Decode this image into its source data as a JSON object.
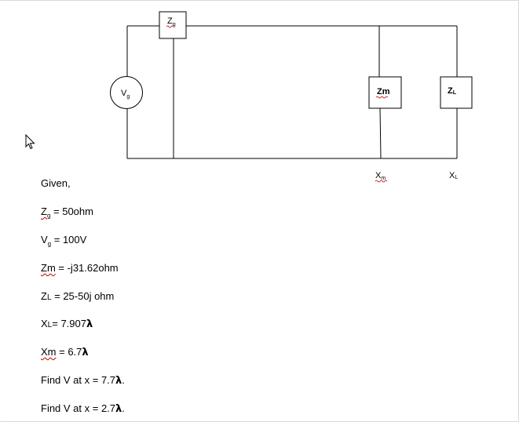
{
  "diagram": {
    "source": {
      "label_main": "V",
      "label_sub": "g"
    },
    "generator_impedance": {
      "label_main": "Z",
      "label_sub": "g"
    },
    "stub": {
      "label": "Zm"
    },
    "load": {
      "label_main": "Z",
      "label_sub": "L"
    },
    "markers": {
      "stub_position": {
        "main": "X",
        "sub": "m"
      },
      "load_position": {
        "main": "X",
        "sub": "L"
      }
    }
  },
  "given": {
    "heading": "Given,",
    "zg": {
      "symbol": "Z",
      "sub": "g",
      "rest": " = 50ohm"
    },
    "vg": {
      "symbol": "V",
      "sub": "g",
      "rest": " = 100V"
    },
    "zm": {
      "symbol": "Zm",
      "rest": " = -j31.62ohm"
    },
    "zl": {
      "symbol": "Z",
      "sub": "L",
      "rest": " = 25-50j ohm"
    },
    "xl": {
      "symbol": "X",
      "sub": "L",
      "rest": "= 7.907",
      "unit": "λ"
    },
    "xm": {
      "symbol": "Xm",
      "rest": " = 6.7",
      "unit": "λ"
    },
    "task1": {
      "text": "Find V at x = 7.7",
      "unit": "λ",
      "end": "."
    },
    "task2": {
      "text": "Find V at x = 2.7",
      "unit": "λ",
      "end": "."
    }
  }
}
